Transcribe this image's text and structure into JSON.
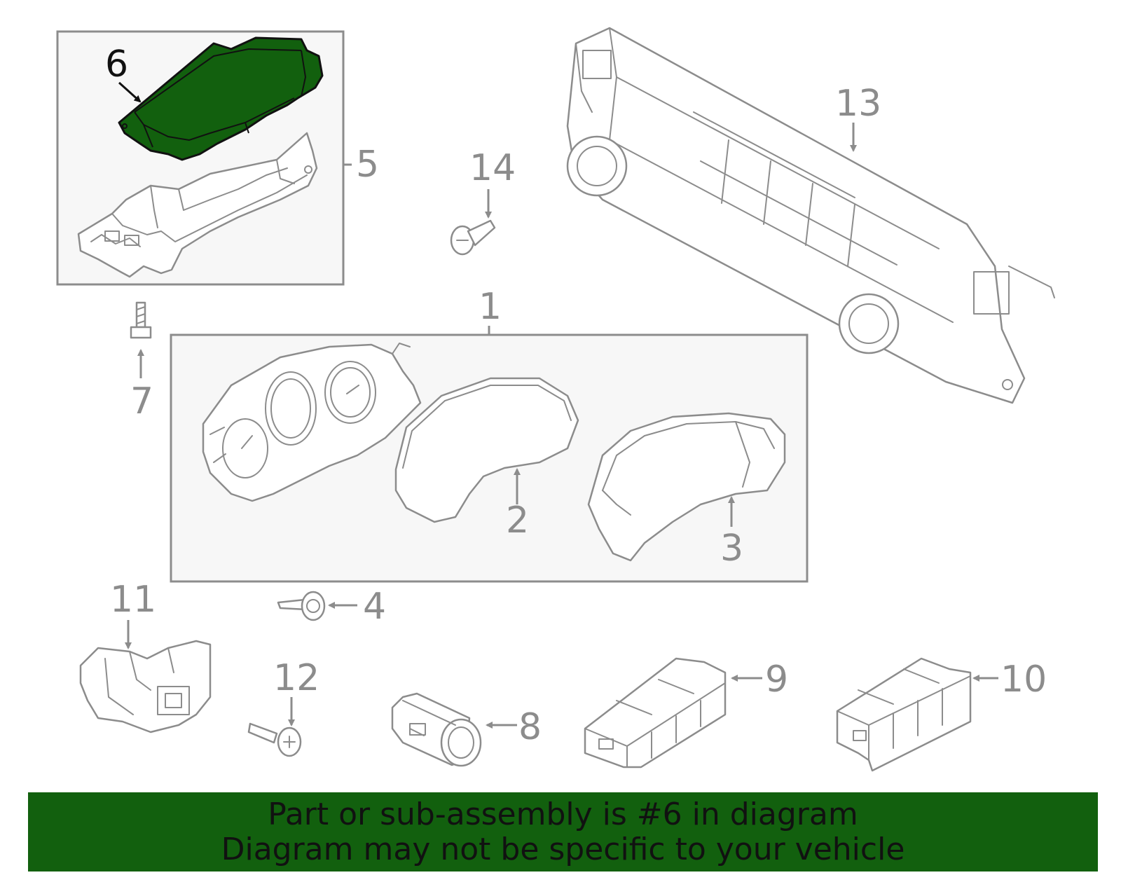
{
  "highlight_color": "#12600e",
  "line_color": "#8c8c8c",
  "highlighted_part": "6",
  "callouts": {
    "c1": "1",
    "c2": "2",
    "c3": "3",
    "c4": "4",
    "c5": "5",
    "c6": "6",
    "c7": "7",
    "c8": "8",
    "c9": "9",
    "c10": "10",
    "c11": "11",
    "c12": "12",
    "c13": "13",
    "c14": "14"
  },
  "banner": {
    "line1": "Part or sub-assembly is #6 in diagram",
    "line2": "Diagram may not be specific to your vehicle"
  },
  "icons": {
    "part_6": "module-box-icon",
    "part_5": "bracket-housing-icon",
    "part_7": "bolt-icon",
    "part_14": "clip-icon",
    "part_13": "climate-control-panel-icon",
    "part_1": "instrument-cluster-icon",
    "part_2": "lens-cover-icon",
    "part_3": "cluster-housing-icon",
    "part_4": "screw-icon",
    "part_11": "ignition-switch-icon",
    "part_12": "screw-icon",
    "part_8": "push-button-switch-icon",
    "part_9": "switch-panel-icon",
    "part_10": "switch-panel-icon"
  }
}
